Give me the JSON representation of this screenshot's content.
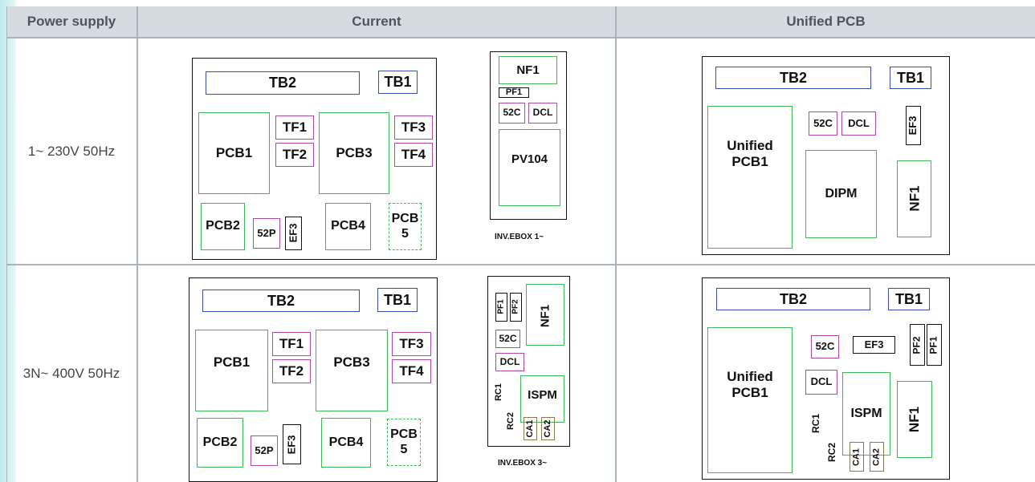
{
  "table": {
    "headers": [
      "Power supply",
      "Current",
      "Unified PCB"
    ],
    "rows": [
      "1~ 230V 50Hz",
      "3N~ 400V 50Hz"
    ]
  },
  "labels": {
    "tb2": "TB2",
    "tb1": "TB1",
    "pcb1": "PCB1",
    "pcb2": "PCB2",
    "pcb3": "PCB3",
    "pcb4": "PCB4",
    "pcb5": "PCB\n5",
    "tf1": "TF1",
    "tf2": "TF2",
    "tf3": "TF3",
    "tf4": "TF4",
    "p52p": "52P",
    "ef3": "EF3",
    "nf1": "NF1",
    "pf1": "PF1",
    "pf2": "PF2",
    "c52": "52C",
    "dcl": "DCL",
    "pv104": "PV104",
    "ispm": "ISPM",
    "dipm": "DIPM",
    "rc1": "RC1",
    "rc2": "RC2",
    "ca1": "CA1",
    "ca2": "CA2",
    "unified_pcb1": "Unified\nPCB1",
    "ebox1": "INV.EBOX 1~",
    "ebox3": "INV.EBOX 3~"
  }
}
